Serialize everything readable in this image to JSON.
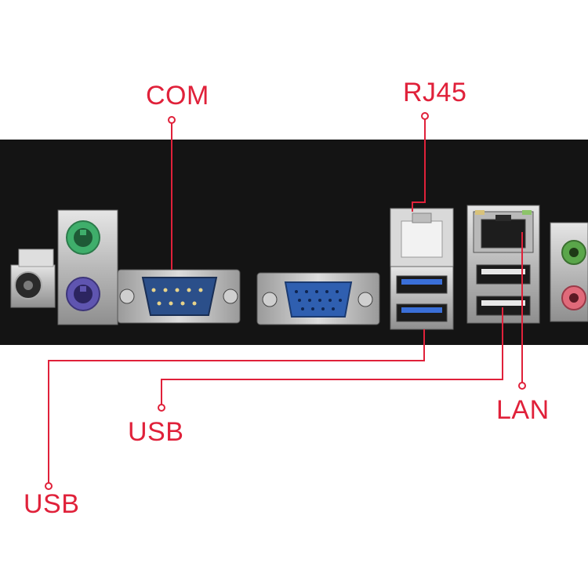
{
  "labels": {
    "com": "COM",
    "rj45": "RJ45",
    "lan": "LAN",
    "usb_top": "USB",
    "usb_bottom": "USB"
  },
  "colors": {
    "callout": "#e0213a",
    "panel": "#141414",
    "metal": "#c9c9c9",
    "ps2_keyboard": "#5f55b0",
    "ps2_mouse": "#3fae6b",
    "vga": "#2f5fb0",
    "usb3": "#3a6fd8",
    "audio_green": "#5aa64a",
    "audio_pink": "#e06a7a"
  },
  "icons": [
    "power-jack-icon",
    "ps2-mouse-port-icon",
    "ps2-keyboard-port-icon",
    "serial-com-port-icon",
    "vga-port-icon",
    "rj45-port-icon",
    "usb3-port-icon",
    "lan-port-icon",
    "usb2-port-icon",
    "audio-jack-icon"
  ]
}
